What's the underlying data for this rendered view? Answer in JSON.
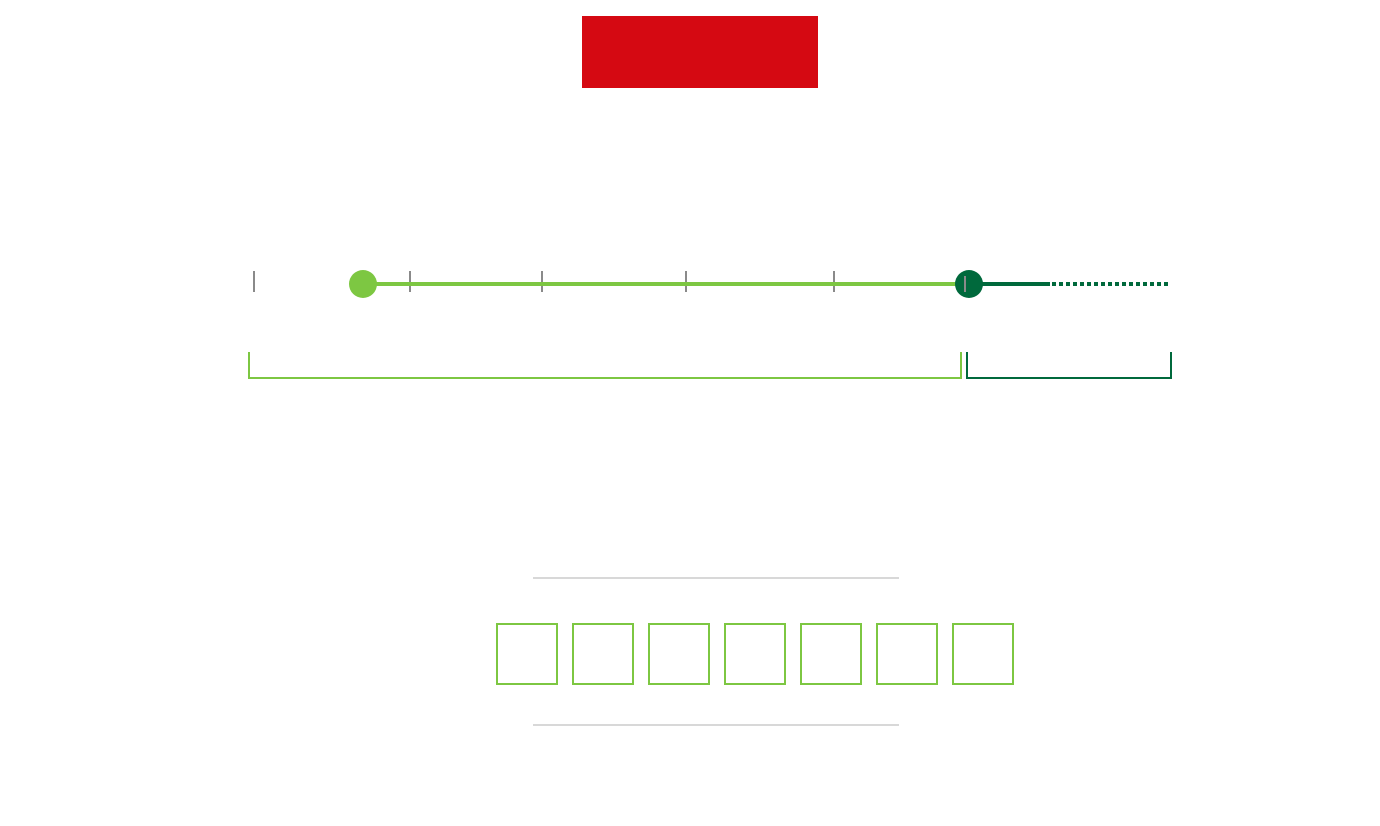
{
  "colors": {
    "banner": "#d50912",
    "primary_green": "#7dc742",
    "dark_green": "#00693c",
    "tick_gray": "#8a8a8a",
    "divider_gray": "#d8d8d8"
  },
  "timeline": {
    "tick_count": 6,
    "segments": [
      {
        "style": "solid",
        "color": "#7dc742"
      },
      {
        "style": "solid",
        "color": "#00693c"
      },
      {
        "style": "dotted",
        "color": "#00693c"
      }
    ],
    "milestones": [
      {
        "color": "#7dc742"
      },
      {
        "color": "#00693c"
      }
    ],
    "brackets": [
      {
        "color": "#7dc742"
      },
      {
        "color": "#00693c"
      }
    ]
  },
  "box_row": {
    "count": 7,
    "border_color": "#7dc742"
  }
}
